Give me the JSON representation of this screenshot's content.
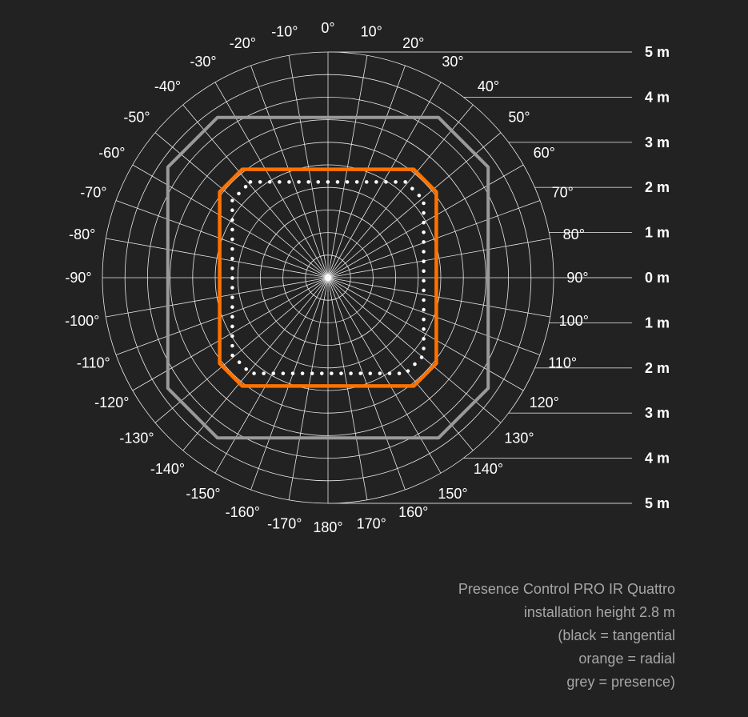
{
  "chart_data": {
    "type": "polar",
    "angle_labels": [
      "0°",
      "10°",
      "20°",
      "30°",
      "40°",
      "50°",
      "60°",
      "70°",
      "80°",
      "90°",
      "100°",
      "110°",
      "120°",
      "130°",
      "140°",
      "150°",
      "160°",
      "170°",
      "180°",
      "-170°",
      "-160°",
      "-150°",
      "-140°",
      "-130°",
      "-120°",
      "-110°",
      "-100°",
      "-90°",
      "-80°",
      "-70°",
      "-60°",
      "-50°",
      "-40°",
      "-30°",
      "-20°",
      "-10°"
    ],
    "angles_deg": [
      0,
      10,
      20,
      30,
      40,
      50,
      60,
      70,
      80,
      90,
      100,
      110,
      120,
      130,
      140,
      150,
      160,
      170,
      180,
      -170,
      -160,
      -150,
      -140,
      -130,
      -120,
      -110,
      -100,
      -90,
      -80,
      -70,
      -60,
      -50,
      -40,
      -30,
      -20,
      -10
    ],
    "distance_labels": [
      "5 m",
      "4 m",
      "3 m",
      "2 m",
      "1 m",
      "0 m",
      "1 m",
      "2 m",
      "3 m",
      "4 m",
      "5 m"
    ],
    "distances_m": [
      5,
      4,
      3,
      2,
      1,
      0,
      -1,
      -2,
      -3,
      -4,
      -5
    ],
    "rmax": 5,
    "series": [
      {
        "color": "#9a9a9a",
        "style": "solid",
        "half_width_m": 3.55,
        "corner_m": 1.1
      },
      {
        "color": "#ff7200",
        "style": "solid",
        "half_width_m": 2.4,
        "corner_m": 0.5
      },
      {
        "color": "#ffffff",
        "style": "dotted",
        "half_width_m": 2.12,
        "corner_m": 0.4
      }
    ]
  },
  "caption": {
    "line1": "Presence Control PRO IR Quattro",
    "line2": "installation height 2.8 m",
    "line3": "(black = tangential",
    "line4": "orange = radial",
    "line5": "grey = presence)"
  }
}
